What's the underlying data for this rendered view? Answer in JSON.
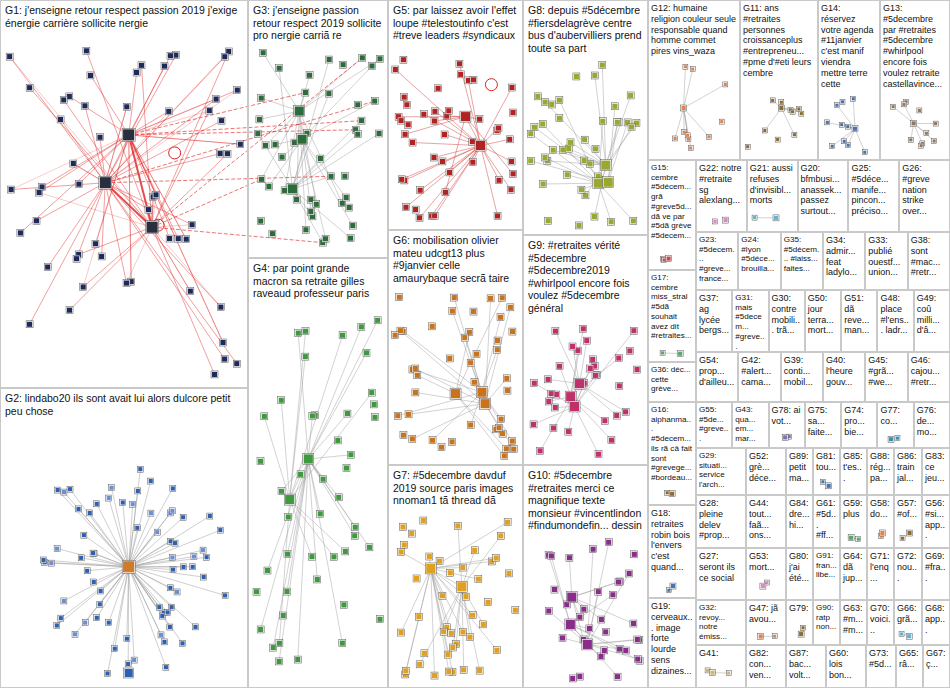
{
  "diagram": {
    "nodes": [
      {
        "text": [
          "G1: j'enseigne retour respect passion 2019 j'exige énergie carrière sollicite nergie"
        ]
      },
      {
        "text": [
          "G3: j'enseigne passion retour respect 2019 sollicite pro nergie carriã re"
        ]
      },
      {
        "text": [
          "G5: par laissez avoir l'effet loupe #telestoutinfo c'est #treve leaders #syndicaux"
        ]
      },
      {
        "text": [
          "G8: depuis #5décembre #fiersdelagrève centre bus d'aubervilliers prend toute sa part"
        ]
      },
      {
        "text": [
          "G12: humaine religion couleur seule responsable quand homme commet pires vins_waza"
        ]
      },
      {
        "text": [
          "G11: ans #retraites personnes croissanceplus #entrepreneu... #pme d'#eti leurs cembre"
        ]
      },
      {
        "text": [
          "G14: réservez votre agenda #11janvier c'est manif viendra mettre terre cette"
        ]
      },
      {
        "text": [
          "G13: #5decembre par #retraites #5decembre #whirlpool encore fois voulez retraite castellavince..."
        ]
      },
      {
        "text": [
          "G9: #retraites vérité #5decembre #5decembre2019 #whirlpool encore fois voulez #5decembre général"
        ]
      },
      {
        "text": [
          "G6: mobilisation olivier mateu udcgt13 plus #9janvier celle amaurybaque secrã taire"
        ]
      },
      {
        "text": [
          "G4: par point grande macron sa retraite gilles raveaud professeur paris"
        ]
      },
      {
        "text": [
          "G2: lindabo20 ils sont avait lui alors dulcore petit peu chose"
        ]
      },
      {
        "text": [
          "G7: #5decembre davduf 2019 source paris images nnoman1 tã thread dã"
        ]
      },
      {
        "text": [
          "G10: #5decembre #retraites merci ce magnifique texte monsieur #vincentlindon #findumondefin... dessin"
        ]
      },
      {
        "text": [
          "G15: cembre #5décem... grã #greve5d... dã ve par #5dã grève #5decem..."
        ]
      },
      {
        "text": [
          "G17: cembre miss_stral #5dã souhait avez dit #retraites..."
        ]
      },
      {
        "text": [
          "G36: déc... cette grève..."
        ]
      },
      {
        "text": [
          "G16: aiphanma... #5decem... ils rã câ fait sont #grevege... #bordeau..."
        ]
      },
      {
        "text": [
          "G18: retraites robin bois l'envers c'est quand..."
        ]
      },
      {
        "text": [
          "G19: cerveaux... image forte lourde sens dizaines..."
        ]
      },
      {
        "text": [
          "G22: notre #retraite sg alexlang..."
        ]
      },
      {
        "text": [
          "G21: aussi refuses d'invisibl... morts"
        ]
      },
      {
        "text": [
          "G20: bfmbusi... anassek... passez surtout..."
        ]
      },
      {
        "text": [
          "G25: #5déce... manife... pincon... préciso..."
        ]
      },
      {
        "text": [
          "G26: #greve nation strike over..."
        ]
      },
      {
        "text": [
          "G23: #5decem... #greve... france..."
        ]
      },
      {
        "text": [
          "G24: #lyon #5déce... brouilla..."
        ]
      },
      {
        "text": [
          "G35: #5décem... #laiss... faites..."
        ]
      },
      {
        "text": [
          "G34: admir... feat ladylo..."
        ]
      },
      {
        "text": [
          "G33: publié ouestf... union..."
        ]
      },
      {
        "text": [
          "G38: sont #mac... #retr..."
        ]
      },
      {
        "text": [
          "G37: ag lycée bergs..."
        ]
      },
      {
        "text": [
          "G31: mais #5decem... #greve..."
        ]
      },
      {
        "text": [
          "G30: contre mobili... trã..."
        ]
      },
      {
        "text": [
          "G50: jour terra... mort..."
        ]
      },
      {
        "text": [
          "G51: dã reve... man..."
        ]
      },
      {
        "text": [
          "G48: place #l'ens... ladr..."
        ]
      },
      {
        "text": [
          "G49: coû milli... d'â..."
        ]
      },
      {
        "text": [
          "G54: prop... d'ailleu..."
        ]
      },
      {
        "text": [
          "G42: #alert... cama..."
        ]
      },
      {
        "text": [
          "G39: conti... mobil..."
        ]
      },
      {
        "text": [
          "G40: l'heure gouv..."
        ]
      },
      {
        "text": [
          "G45: #grã... #we..."
        ]
      },
      {
        "text": [
          "G46: cajou... #retr..."
        ]
      },
      {
        "text": [
          "G55: #5de... #greve..."
        ]
      },
      {
        "text": [
          "G43: qua... em... mar..."
        ]
      },
      {
        "text": [
          "G78: ai vot..."
        ]
      },
      {
        "text": [
          "G75: sa... faite..."
        ]
      },
      {
        "text": [
          "G74: pro... bie..."
        ]
      },
      {
        "text": [
          "G77: co..."
        ]
      },
      {
        "text": [
          "G76: de... mo..."
        ]
      },
      {
        "text": [
          "G29: situati... service l'arch..."
        ]
      },
      {
        "text": [
          "G52: grè... déce..."
        ]
      },
      {
        "text": [
          "G89: petit ma..."
        ]
      },
      {
        "text": [
          "G81: tou..."
        ]
      },
      {
        "text": [
          "G85: t'es..."
        ]
      },
      {
        "text": [
          "G88: rég... pa..."
        ]
      },
      {
        "text": [
          "G86: train jal..."
        ]
      },
      {
        "text": [
          "G83: ce jeu..."
        ]
      },
      {
        "text": [
          "G28: pleine delev #prop..."
        ]
      },
      {
        "text": [
          "G44: tout... faã... ons..."
        ]
      },
      {
        "text": [
          "G84: dre... hi..."
        ]
      },
      {
        "text": [
          "G61: #5d... #ff..."
        ]
      },
      {
        "text": [
          "G59: plus"
        ]
      },
      {
        "text": [
          "G58: do..."
        ]
      },
      {
        "text": [
          "G57: #of..."
        ]
      },
      {
        "text": [
          "G56: #si... app..."
        ]
      },
      {
        "text": [
          "G27: seront ils ce social"
        ]
      },
      {
        "text": [
          "G53: mort..."
        ]
      },
      {
        "text": [
          "G80: j'ai été..."
        ]
      },
      {
        "text": [
          "G91: fran... libe..."
        ]
      },
      {
        "text": [
          "G64: dã jup..."
        ]
      },
      {
        "text": [
          "G71: l'enq..."
        ]
      },
      {
        "text": [
          "G72: nou..."
        ]
      },
      {
        "text": [
          "G69: #fra..."
        ]
      },
      {
        "text": [
          "G32: revoy... notre émiss..."
        ]
      },
      {
        "text": [
          "G47: jã avou..."
        ]
      },
      {
        "text": [
          "G79:"
        ]
      },
      {
        "text": [
          "G90: ratp non..."
        ]
      },
      {
        "text": [
          "G63: #m... #m..."
        ]
      },
      {
        "text": [
          "G70: voici..."
        ]
      },
      {
        "text": [
          "G66: grã..."
        ]
      },
      {
        "text": [
          "G68: app..."
        ]
      },
      {
        "text": [
          "G41:"
        ]
      },
      {
        "text": [
          "G82: con... ven..."
        ]
      },
      {
        "text": [
          "G87: bac... volt..."
        ]
      },
      {
        "text": [
          "G60: lois bon..."
        ]
      },
      {
        "text": [
          "G73: #5d..."
        ]
      },
      {
        "text": [
          "G65: râ..."
        ]
      },
      {
        "text": [
          "G67: ç..."
        ]
      }
    ]
  }
}
